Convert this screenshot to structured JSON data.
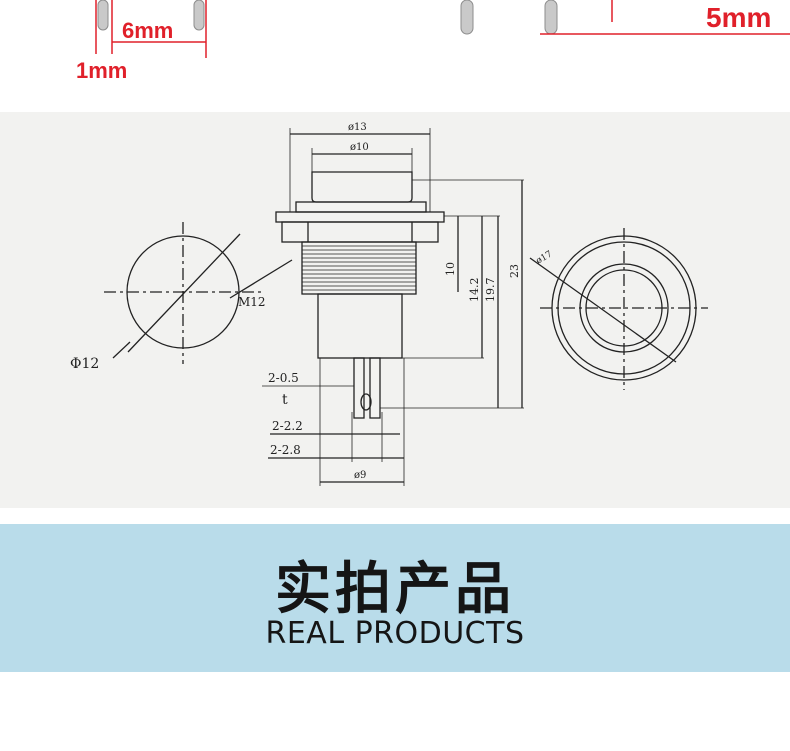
{
  "top_labels": {
    "width_6mm": "6mm",
    "width_1mm": "1mm",
    "width_5mm": "5mm"
  },
  "drawing": {
    "front_view": {
      "diameter_label": "Φ12",
      "thread_label": "M12"
    },
    "side_view": {
      "d13": "ø13",
      "d10": "ø10",
      "h10": "10",
      "h14_2": "14.2",
      "h19_7": "19.7",
      "h23": "23",
      "terminal_05": "2-0.5",
      "terminal_t": "t",
      "terminal_22": "2-2.2",
      "terminal_28": "2-2.8",
      "d9": "ø9"
    },
    "rear_view": {
      "d17": "ø17"
    }
  },
  "banner": {
    "title": "实拍产品",
    "subtitle": "REAL PRODUCTS"
  },
  "colors": {
    "accent_red": "#e0202a",
    "banner_bg": "#b9dcea"
  }
}
